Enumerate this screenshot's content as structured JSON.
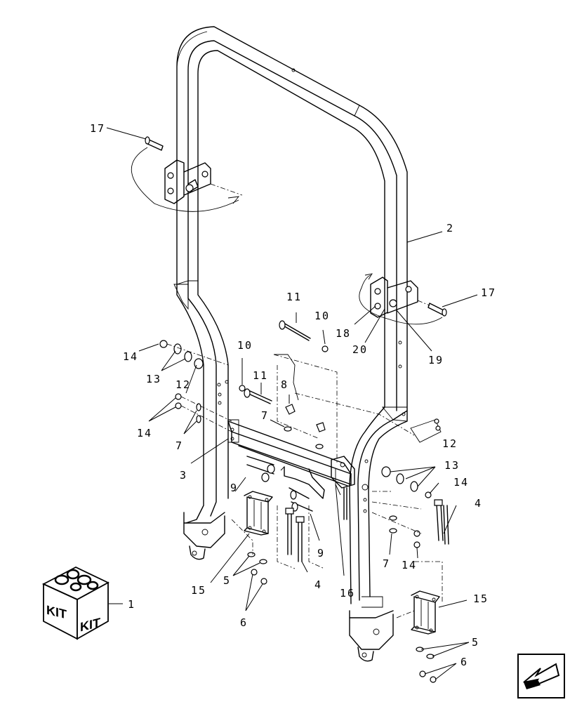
{
  "callouts": {
    "c1": "1",
    "c2": "2",
    "c3": "3",
    "c4a": "4",
    "c4b": "4",
    "c5a": "5",
    "c5b": "5",
    "c6a": "6",
    "c6b": "6",
    "c7a": "7",
    "c7b": "7",
    "c7c": "7",
    "c8": "8",
    "c9a": "9",
    "c9b": "9",
    "c10a": "10",
    "c10b": "10",
    "c11a": "11",
    "c11b": "11",
    "c12a": "12",
    "c12b": "12",
    "c13a": "13",
    "c13b": "13",
    "c14a": "14",
    "c14b": "14",
    "c14c": "14",
    "c14d": "14",
    "c15a": "15",
    "c15b": "15",
    "c16": "16",
    "c17a": "17",
    "c17b": "17",
    "c18": "18",
    "c19": "19",
    "c20": "20"
  },
  "kit_box": {
    "label_left": "KIT",
    "label_right": "KIT"
  },
  "nav_icon": "next-page-arrow-icon"
}
